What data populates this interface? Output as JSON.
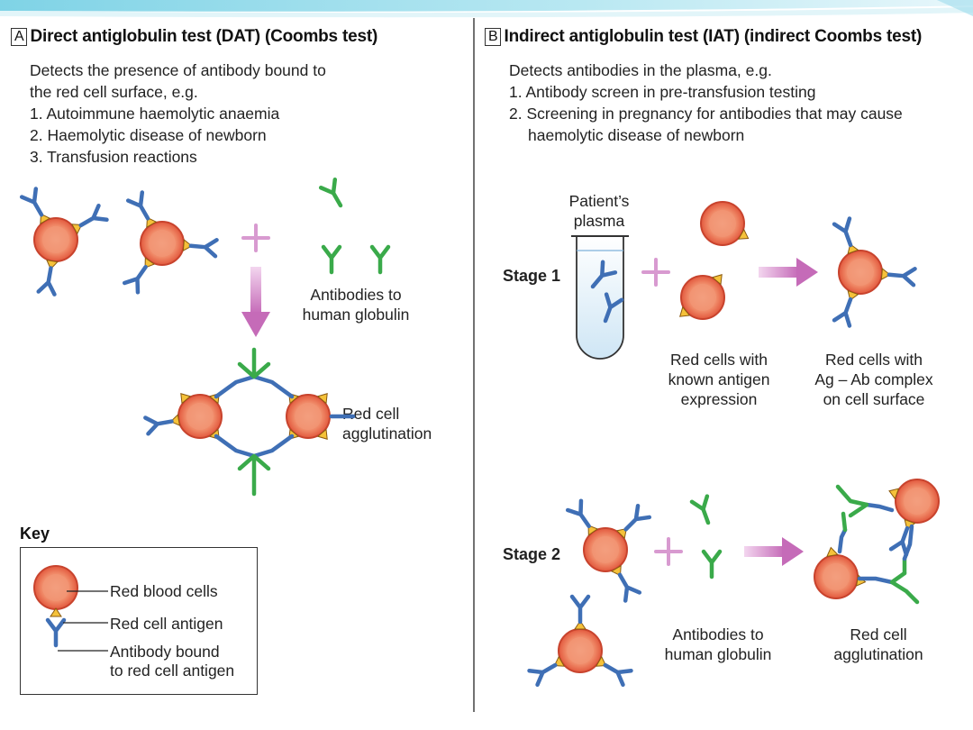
{
  "panel_a": {
    "letter": "A",
    "title": "Direct antiglobulin test (DAT) (Coombs test)",
    "description": [
      "Detects the presence of antibody bound to",
      "the red cell surface, e.g."
    ],
    "items": [
      "1. Autoimmune haemolytic anaemia",
      "2. Haemolytic disease of newborn",
      "3. Transfusion reactions"
    ],
    "antibodies_label": [
      "Antibodies to",
      "human globulin"
    ],
    "agglutination_label": [
      "Red cell",
      "agglutination"
    ]
  },
  "panel_b": {
    "letter": "B",
    "title": "Indirect antiglobulin test (IAT) (indirect Coombs test)",
    "description": [
      "Detects antibodies in the plasma, e.g."
    ],
    "items": [
      "1. Antibody screen in pre-transfusion testing",
      "2. Screening in pregnancy for antibodies that may cause",
      "haemolytic disease of newborn"
    ],
    "stage1": "Stage 1",
    "stage2": "Stage 2",
    "plasma_label": [
      "Patient’s",
      "plasma"
    ],
    "known_antigen_label": [
      "Red cells with",
      "known antigen",
      "expression"
    ],
    "complex_label": [
      "Red cells with",
      "Ag – Ab complex",
      "on cell surface"
    ],
    "antibodies_label": [
      "Antibodies to",
      "human globulin"
    ],
    "agglutination_label": [
      "Red cell",
      "agglutination"
    ]
  },
  "key": {
    "title": "Key",
    "rbc": "Red blood cells",
    "antigen": "Red cell antigen",
    "antibody": [
      "Antibody bound",
      "to red cell antigen"
    ]
  },
  "colors": {
    "cell_fill": "#f08a68",
    "cell_stroke": "#c8432d",
    "antibody_blue": "#3f6fb5",
    "antibody_green": "#3aaa4a",
    "antigen_yellow": "#f5c23a",
    "arrow_pink": "#c56bb8",
    "plus_pink": "#d89ad0"
  }
}
